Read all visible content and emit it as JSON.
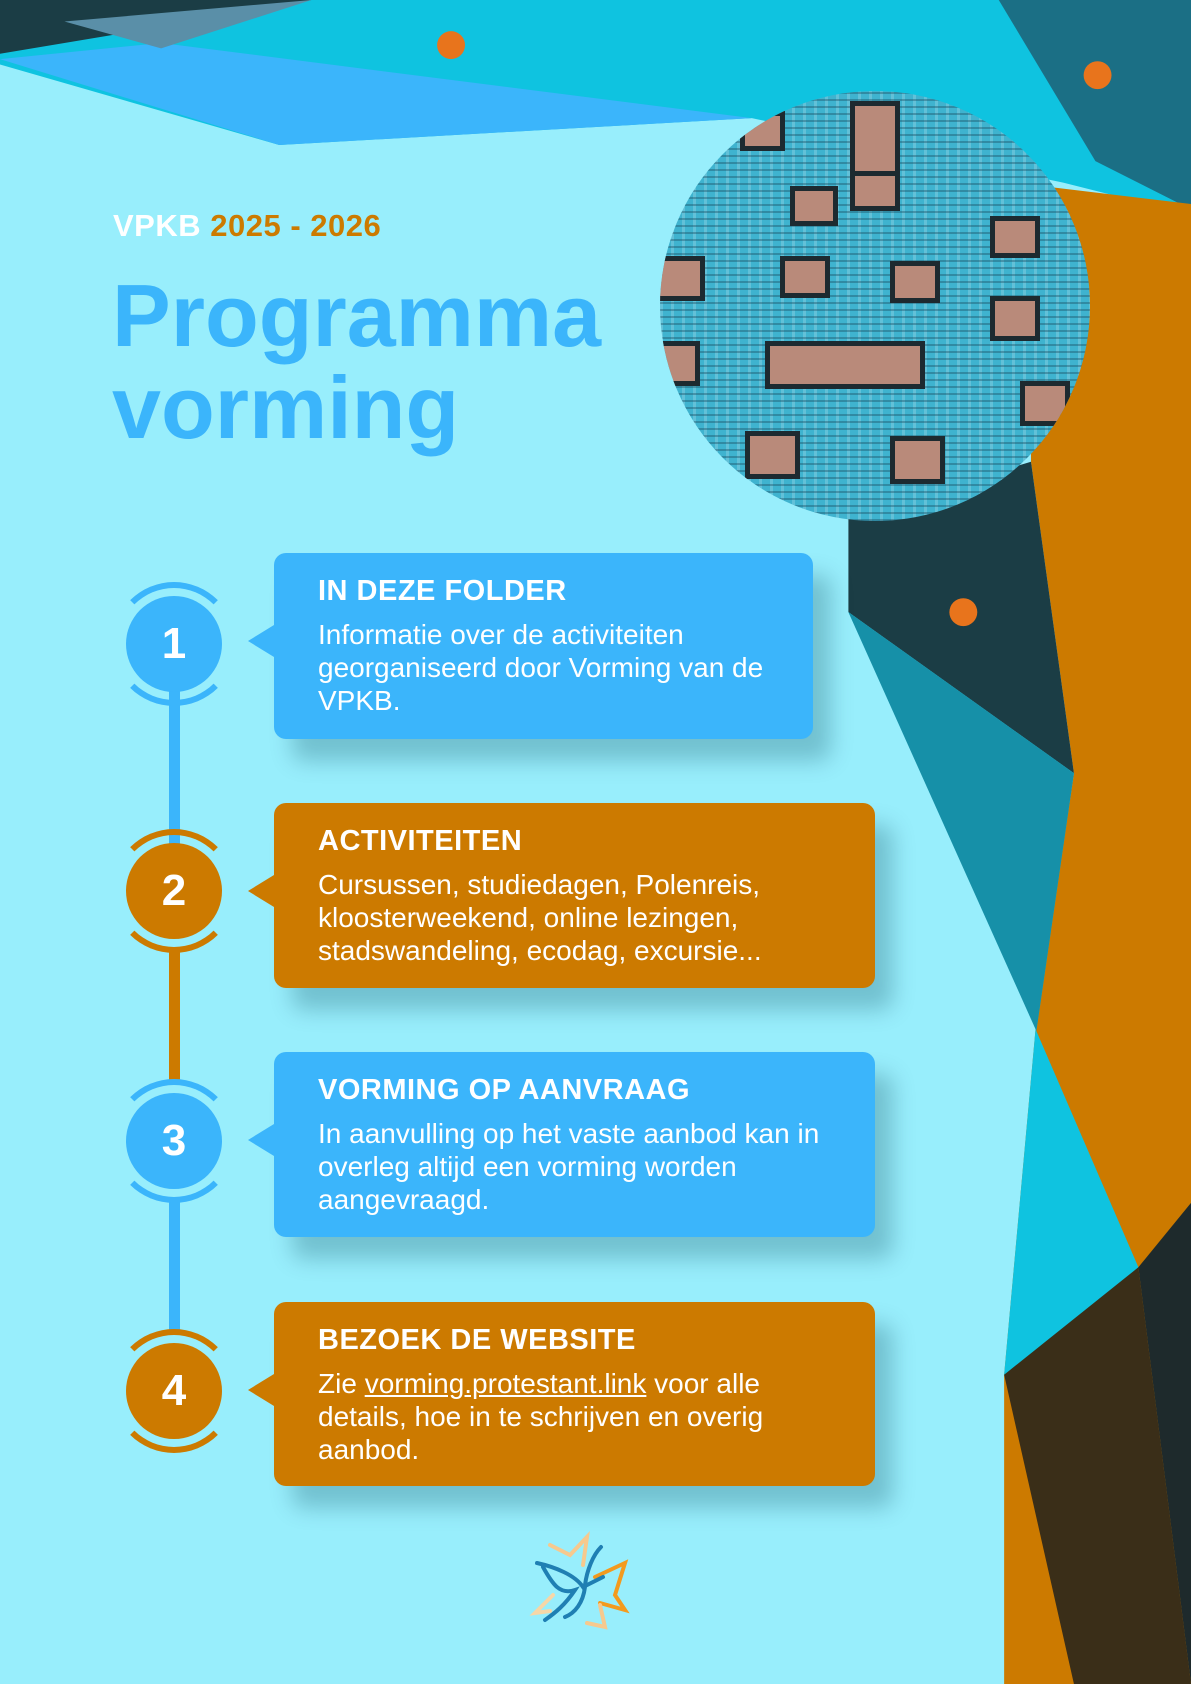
{
  "header": {
    "org": "VPKB",
    "years": "2025 - 2026",
    "title_line1": "Programma",
    "title_line2": "vorming"
  },
  "steps": [
    {
      "number": "1",
      "heading": "IN DEZE FOLDER",
      "text": "Informatie over de activiteiten georganiseerd door Vorming van de VPKB."
    },
    {
      "number": "2",
      "heading": "ACTIVITEITEN",
      "text": "Cursussen, studiedagen, Polenreis, kloosterweekend, online lezingen, stadswandeling, ecodag, excursie..."
    },
    {
      "number": "3",
      "heading": "VORMING OP AANVRAAG",
      "text": "In aanvulling op het vaste aanbod kan in overleg altijd een vorming worden aangevraagd."
    },
    {
      "number": "4",
      "heading": "BEZOEK DE WEBSITE",
      "text_before": "Zie ",
      "link": "vorming.protestant.link",
      "text_after": " voor alle details, hoe in te schrijven en overig aanbod."
    }
  ],
  "colors": {
    "background": "#98eefc",
    "blue": "#3bb5fb",
    "orange": "#cc7a00",
    "dark": "#1b3d45",
    "cyan": "#0fc3e0"
  }
}
